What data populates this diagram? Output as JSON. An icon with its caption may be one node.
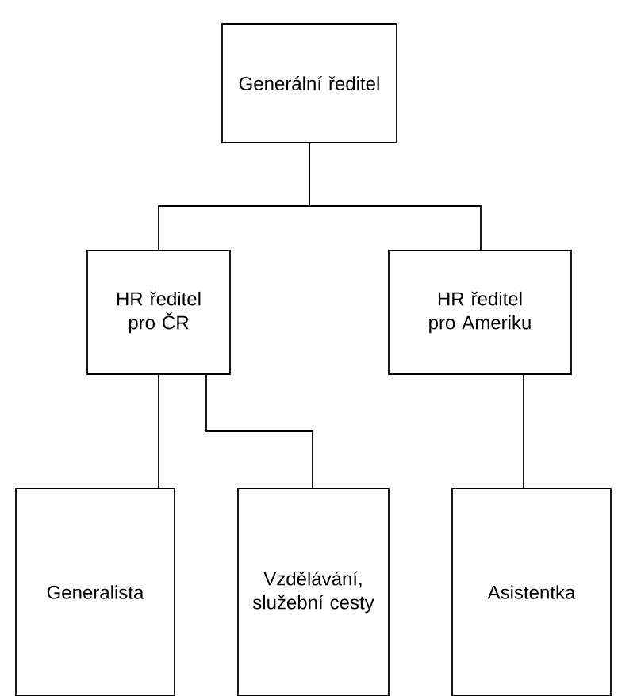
{
  "diagram": {
    "nodes": [
      {
        "text": [
          "Generální ředitel"
        ]
      },
      {
        "text": [
          "HR ředitel pro ČR"
        ]
      },
      {
        "text": [
          "HR ředitel pro Ameriku"
        ]
      },
      {
        "text": [
          "Generalista"
        ]
      },
      {
        "text": [
          "Vzdělávání, služební cesty"
        ]
      },
      {
        "text": [
          "Asistentka"
        ]
      }
    ],
    "edges": [
      {
        "from": 0,
        "to": 1,
        "arrow": "none"
      },
      {
        "from": 0,
        "to": 2,
        "arrow": "none"
      },
      {
        "from": 1,
        "to": 3,
        "arrow": "none"
      },
      {
        "from": 1,
        "to": 4,
        "arrow": "none"
      },
      {
        "from": 2,
        "to": 5,
        "arrow": "none"
      }
    ]
  }
}
